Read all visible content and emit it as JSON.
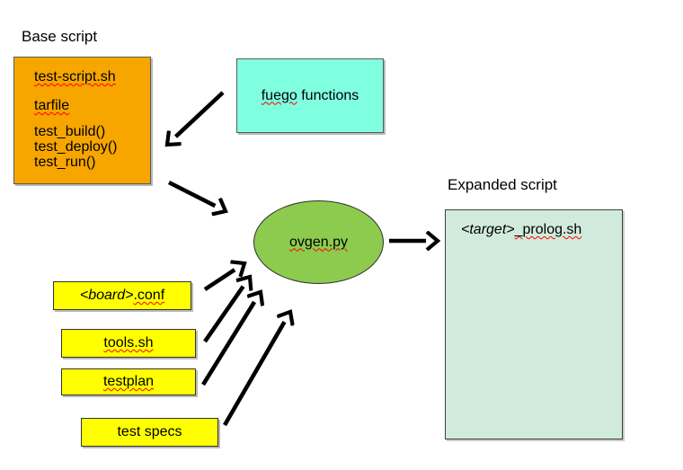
{
  "colors": {
    "base_box": "#F7A600",
    "fuego_box": "#80FFE0",
    "ovgen_ellipse": "#8DCB4F",
    "expanded_box": "#D0EBDC",
    "input_box": "#FFFF00",
    "arrow": "#000000",
    "spellcheck_underline": "#FF0000"
  },
  "labels": {
    "base_script": "Base script",
    "expanded_script": "Expanded script"
  },
  "base_box": {
    "items": [
      {
        "text": "test-script.sh"
      },
      {
        "text": "tarfile"
      },
      {
        "text": "test_build()"
      },
      {
        "text": "test_deploy()"
      },
      {
        "text": "test_run()"
      }
    ]
  },
  "fuego_box": {
    "word_misspelled": "fuego",
    "word_rest": " functions"
  },
  "ovgen": {
    "label": "ovgen.py"
  },
  "expanded_box": {
    "file_italic": "<target>",
    "file_rest": "_prolog.sh"
  },
  "input_boxes": {
    "board": {
      "italic": "<board>",
      "rest": ".conf"
    },
    "tools": {
      "text": "tools.sh"
    },
    "testplan": {
      "text": "testplan"
    },
    "specs": {
      "text": "test specs"
    }
  }
}
